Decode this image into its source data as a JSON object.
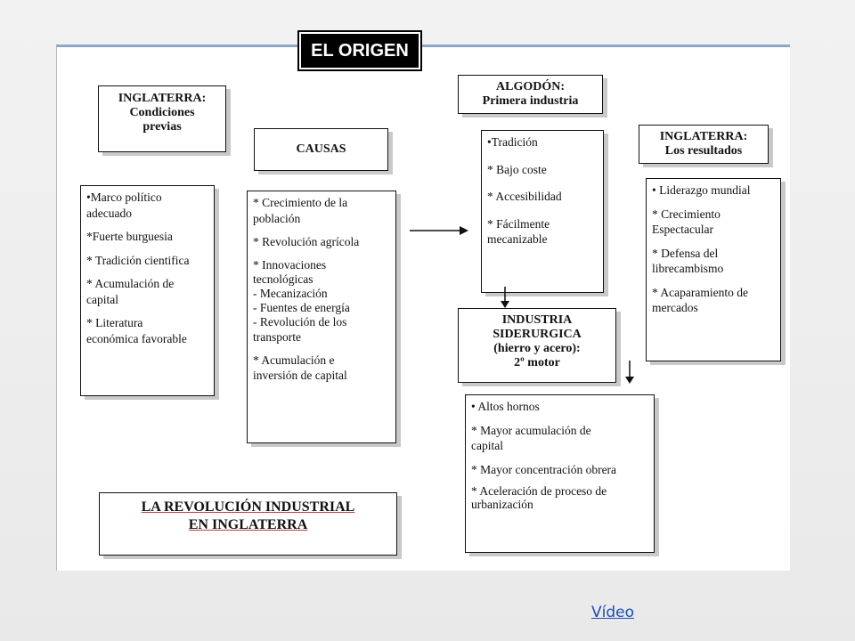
{
  "badge": {
    "label": "EL ORIGEN"
  },
  "boxes": {
    "inglaterra_previas": {
      "title": "INGLATERRA:\nCondiciones\nprevias"
    },
    "previas_list": {
      "items": [
        "•Marco político\nadecuado",
        "*Fuerte burguesia",
        "* Tradición cientifica",
        "* Acumulación de\ncapital",
        "* Literatura\neconómica favorable"
      ]
    },
    "causas": {
      "title": "CAUSAS"
    },
    "causas_list": {
      "items": [
        "* Crecimiento de la\npoblación",
        "* Revolución agrícola",
        "* Innovaciones\ntecnológicas\n   - Mecanización\n   - Fuentes de energía\n   - Revolución de los\n transporte",
        "* Acumulación e\ninversión de capital"
      ]
    },
    "algodon": {
      "title": "ALGODÓN:\nPrimera industria"
    },
    "algodon_list": {
      "items": [
        "•Tradición",
        "* Bajo coste",
        "* Accesibilidad",
        "* Fácilmente\nmecanizable"
      ]
    },
    "resultados": {
      "title": "INGLATERRA:\nLos resultados"
    },
    "resultados_list": {
      "items": [
        "• Liderazgo mundial",
        "* Crecimiento\nEspectacular",
        "* Defensa del\nlibrecambismo",
        "* Acaparamiento de\nmercados"
      ]
    },
    "siderurgica": {
      "title": "INDUSTRIA\nSIDERURGICA\n(hierro y acero):\n2º motor"
    },
    "siderurgica_list": {
      "items": [
        "• Altos hornos",
        "* Mayor acumulación de\ncapital",
        "* Mayor concentración obrera",
        "* Aceleración de proceso de\nurbanización"
      ]
    }
  },
  "main_title": {
    "line1": "LA REVOLUCIÓN INDUSTRIAL",
    "line2": "EN INGLATERRA"
  },
  "link": {
    "label": "Vídeo"
  }
}
